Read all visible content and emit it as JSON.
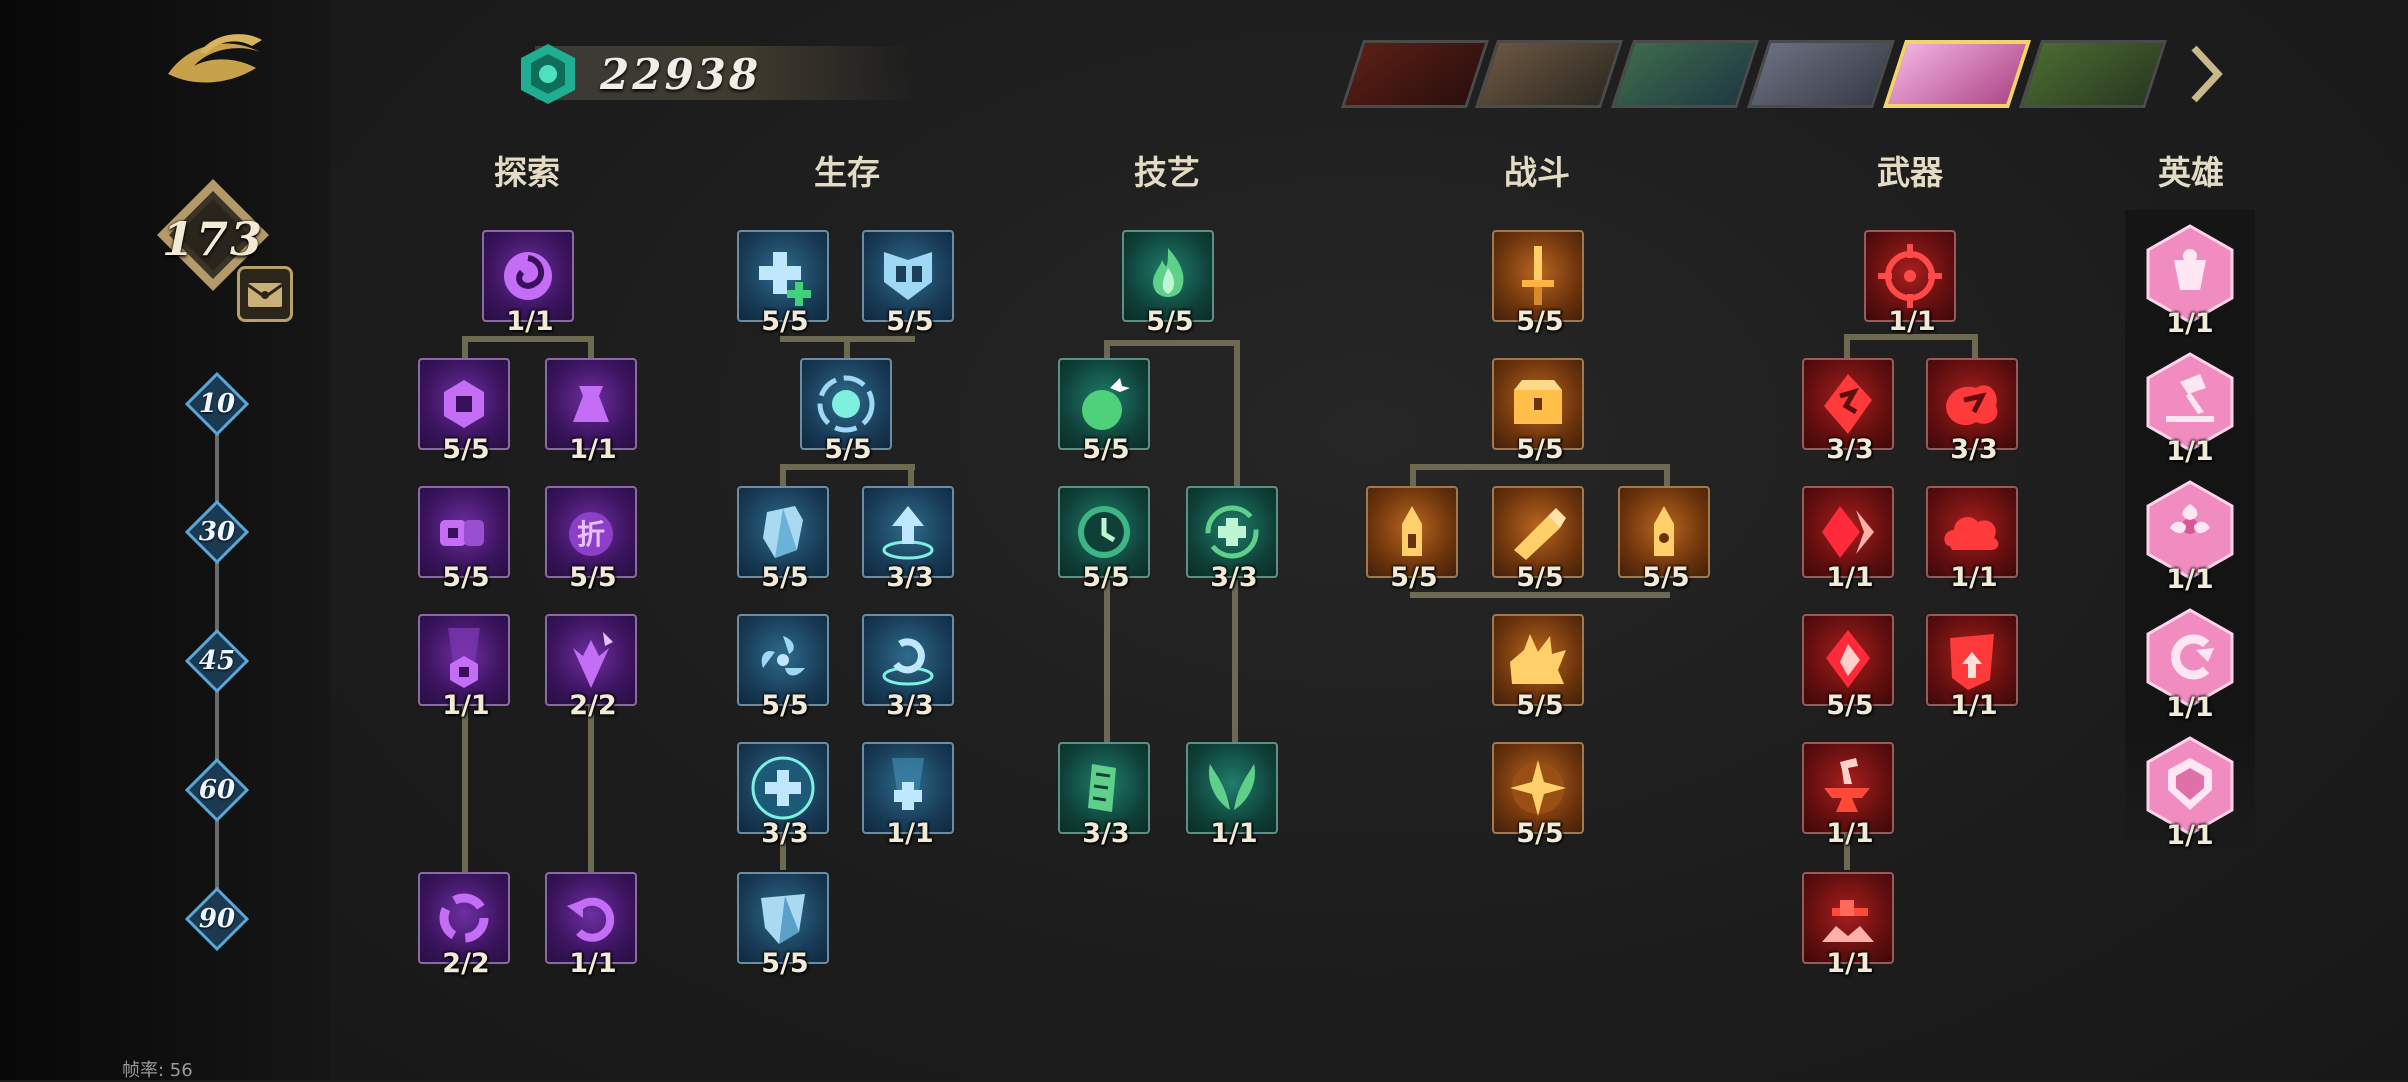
{
  "currency": {
    "value": "22938",
    "icon": "gem-icon"
  },
  "player": {
    "level": "173"
  },
  "milestones": [
    "10",
    "30",
    "45",
    "60",
    "90"
  ],
  "fps_label": "帧率: 56",
  "hero_tabs": [
    {
      "name": "hero-portrait-1",
      "active": false
    },
    {
      "name": "hero-portrait-2",
      "active": false
    },
    {
      "name": "hero-portrait-3",
      "active": false
    },
    {
      "name": "hero-portrait-4",
      "active": false
    },
    {
      "name": "hero-portrait-5",
      "active": true
    },
    {
      "name": "hero-portrait-6",
      "active": false
    }
  ],
  "columns": {
    "explore": {
      "title": "探索",
      "nodes": [
        "1/1",
        "5/5",
        "1/1",
        "5/5",
        "5/5",
        "1/1",
        "2/2",
        "2/2",
        "1/1"
      ]
    },
    "survival": {
      "title": "生存",
      "nodes": [
        "5/5",
        "5/5",
        "5/5",
        "5/5",
        "3/3",
        "5/5",
        "3/3",
        "3/3",
        "1/1",
        "5/5"
      ]
    },
    "skill": {
      "title": "技艺",
      "nodes": [
        "5/5",
        "5/5",
        "5/5",
        "3/3",
        "3/3",
        "1/1"
      ]
    },
    "combat": {
      "title": "战斗",
      "nodes": [
        "5/5",
        "5/5",
        "5/5",
        "5/5",
        "5/5",
        "5/5",
        "5/5"
      ]
    },
    "weapon": {
      "title": "武器",
      "nodes": [
        "1/1",
        "3/3",
        "3/3",
        "1/1",
        "1/1",
        "5/5",
        "1/1",
        "1/1",
        "1/1"
      ]
    },
    "hero": {
      "title": "英雄",
      "nodes": [
        "1/1",
        "1/1",
        "1/1",
        "1/1",
        "1/1"
      ]
    }
  },
  "colors": {
    "purple": "#6d2fa3",
    "blue": "#2e6c8c",
    "teal": "#1f7e6c",
    "orange": "#b8661f",
    "red": "#a81e1e",
    "pink": "#f08cc0",
    "gold": "#d8b45a"
  }
}
